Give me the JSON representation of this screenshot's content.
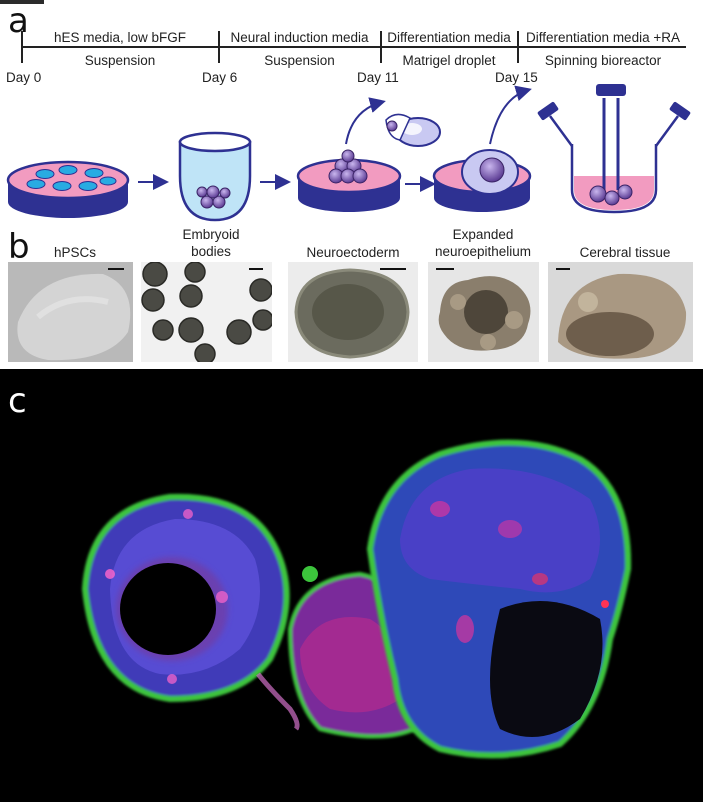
{
  "panels": {
    "a": "a",
    "b": "b",
    "c": "c"
  },
  "timeline": {
    "stages": [
      {
        "media": "hES media, low bFGF",
        "condition": "Suspension"
      },
      {
        "media": "Neural induction media",
        "condition": "Suspension"
      },
      {
        "media": "Differentiation media",
        "condition": "Matrigel droplet"
      },
      {
        "media": "Differentiation media +RA",
        "condition": "Spinning bioreactor"
      }
    ],
    "days": [
      "Day 0",
      "Day 6",
      "Day 11",
      "Day 15"
    ]
  },
  "photos": [
    {
      "label": "hPSCs"
    },
    {
      "label_line1": "Embryoid",
      "label_line2": "bodies"
    },
    {
      "label": "Neuroectoderm"
    },
    {
      "label_line1": "Expanded",
      "label_line2": "neuroepithelium"
    },
    {
      "label": "Cerebral tissue"
    }
  ],
  "colors": {
    "dish_rim": "#2e3192",
    "dish_fill": "#f29bc0",
    "cell_blue": "#29abe2",
    "tube_fill": "#bfe4f7",
    "aggregate": "#6b4aa0",
    "arrow": "#2e3192",
    "stain_green": "#3cc43c",
    "stain_blue": "#5a4fd6",
    "stain_magenta": "#d8359c"
  }
}
